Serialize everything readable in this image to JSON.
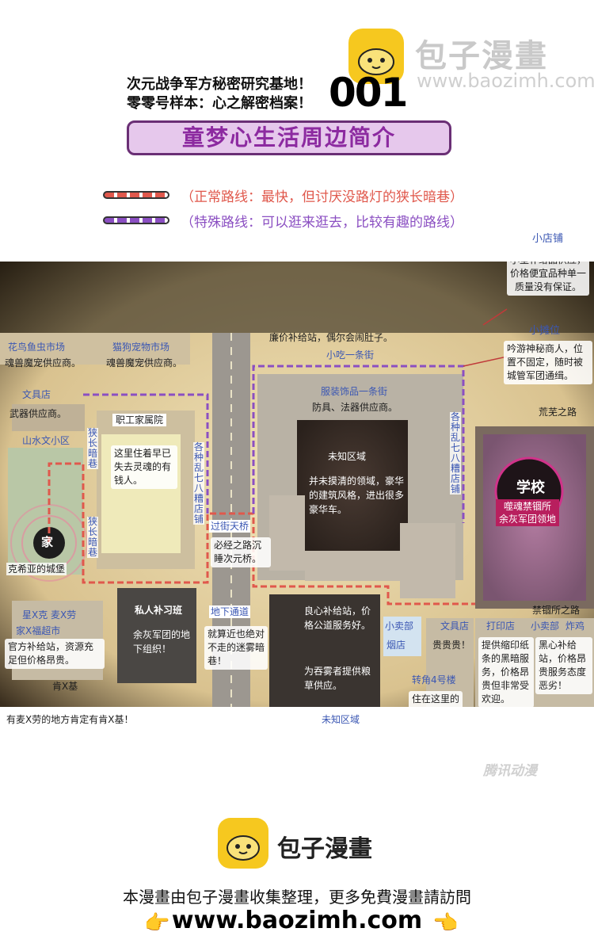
{
  "watermark": {
    "site": "包子漫畫",
    "url": "www.baozimh.com"
  },
  "header": {
    "line1": "次元战争军方秘密研究基地！",
    "line2": "零零号样本：心之解密档案！",
    "number": "001",
    "banner": "童梦心生活周边简介"
  },
  "legend": {
    "normal": {
      "text": "（正常路线：最快，但讨厌没路灯的狭长暗巷）",
      "color": "#e0584c"
    },
    "special": {
      "text": "（特殊路线：可以逛来逛去，比较有趣的路线）",
      "color": "#8b4fc2"
    }
  },
  "map": {
    "shop_title": "小店铺",
    "shop_desc": "小型补给品供应，价格便宜品种单一质量没有保证。",
    "stall_title": "小摊位",
    "stall_desc": "吟游神秘商人，位置不固定，随时被城管军团通缉。",
    "wasteland_road": "荒芜之路",
    "flower_market": "花鸟鱼虫市场",
    "flower_desc": "魂兽魔宠供应商。",
    "pet_market": "猫狗宠物市场",
    "pet_desc": "魂兽魔宠供应商。",
    "snack_desc": "廉价补给站，偶尔会闹肚子。",
    "snack_street": "小吃一条街",
    "stationery": "文具店",
    "stationery_desc": "武器供应商。",
    "community": "山水文小区",
    "staff_housing": "职工家属院",
    "staff_desc": "这里住着早已失去灵魂的有钱人。",
    "narrow_alley": "狭长暗巷",
    "narrow_alley2": "狭长暗巷",
    "misc_shops_left": "各种乱七八糟店铺",
    "clothing_street": "服装饰品一条街",
    "clothing_desc": "防具、法器供应商。",
    "unknown_area": "未知区域",
    "unknown_desc": "并未摸清的领域，豪华的建筑风格，进出很多豪华车。",
    "misc_shops_right": "各种乱七八糟店铺",
    "school": "学校",
    "school_desc": "噬魂禁锢所\n余灰军团领地",
    "home": "家",
    "home_desc": "克希亚的城堡",
    "overpass": "过街天桥",
    "overpass_desc": "必经之路沉睡次元桥。",
    "cram_school": "私人补习班",
    "cram_desc": "余灰军团的地下组织！",
    "underpass": "地下通道",
    "underpass_desc": "就算近也绝对不走的迷雾暗巷！",
    "supermarket_top": "星X克 麦X劳",
    "supermarket": "家X福超市",
    "supermarket_desc": "官方补给站，资源充足但价格昂贵。",
    "kfc": "肯X基",
    "conscience_desc": "良心补给站，价格公道服务好。",
    "grain_desc": "为吞雾者提供粮草供应。",
    "kiosk": "小卖部",
    "tobacco": "烟店",
    "corner_building": "转角4号楼",
    "corner_desc": "住在这里的距离学校很近！",
    "unknown_area2": "未知区域",
    "stationery2": "文具店",
    "stationery2_desc": "贵贵贵！",
    "print_shop": "打印店",
    "print_desc": "提供缩印纸条的黑暗服务，价格昂贵但非常受欢迎。",
    "kiosk2": "小卖部",
    "fried_chicken": "炸鸡",
    "chicken_desc": "黑心补给站，价格昂贵服务态度恶劣！",
    "prison_road": "禁锢所之路",
    "mcd_note": "有麦X劳的地方肯定有肯X基！"
  },
  "footer": {
    "publisher": "腾讯动漫",
    "logo_text": "包子漫畫",
    "credit": "本漫畫由包子漫畫收集整理，更多免費漫畫請訪問",
    "url": "www.baozimh.com",
    "hand_left": "👉",
    "hand_right": "👈"
  }
}
